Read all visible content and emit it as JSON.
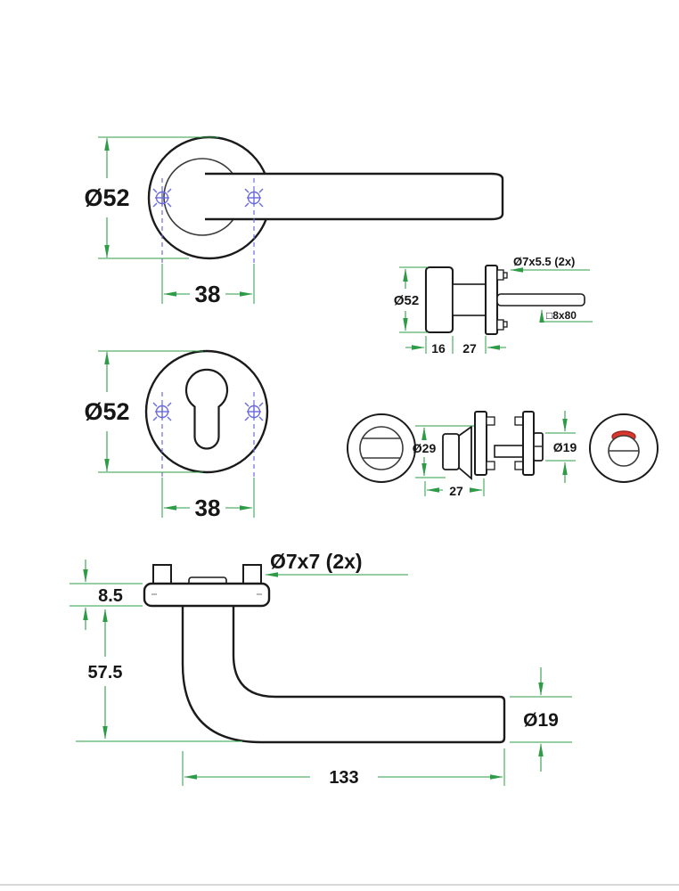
{
  "drawing": {
    "type": "door-handle-technical-drawing",
    "colors": {
      "dimension_green": "#2e9c47",
      "screw_marker_blue": "#6b6be0",
      "indicator_red": "#d8382e",
      "outline_black": "#1b1b1b"
    },
    "views": {
      "lever_front": {
        "rose_diameter": "Ø52",
        "screw_distance": "38"
      },
      "escutcheon_front": {
        "rose_diameter": "Ø52",
        "screw_distance": "38"
      },
      "lever_side": {
        "rose_diameter": "Ø52",
        "screw_label": "Ø7x5.5 (2x)",
        "spindle_label": "□8x80",
        "rose_thickness": "16",
        "neck_length": "27"
      },
      "wc_set": {
        "turn_diameter": "Ø29",
        "knob_diameter": "Ø19",
        "depth": "27"
      },
      "handle_profile": {
        "plate_thickness": "8.5",
        "height": "57.5",
        "length": "133",
        "grip_diameter": "Ø19",
        "screw_label": "Ø7x7 (2x)"
      }
    }
  }
}
